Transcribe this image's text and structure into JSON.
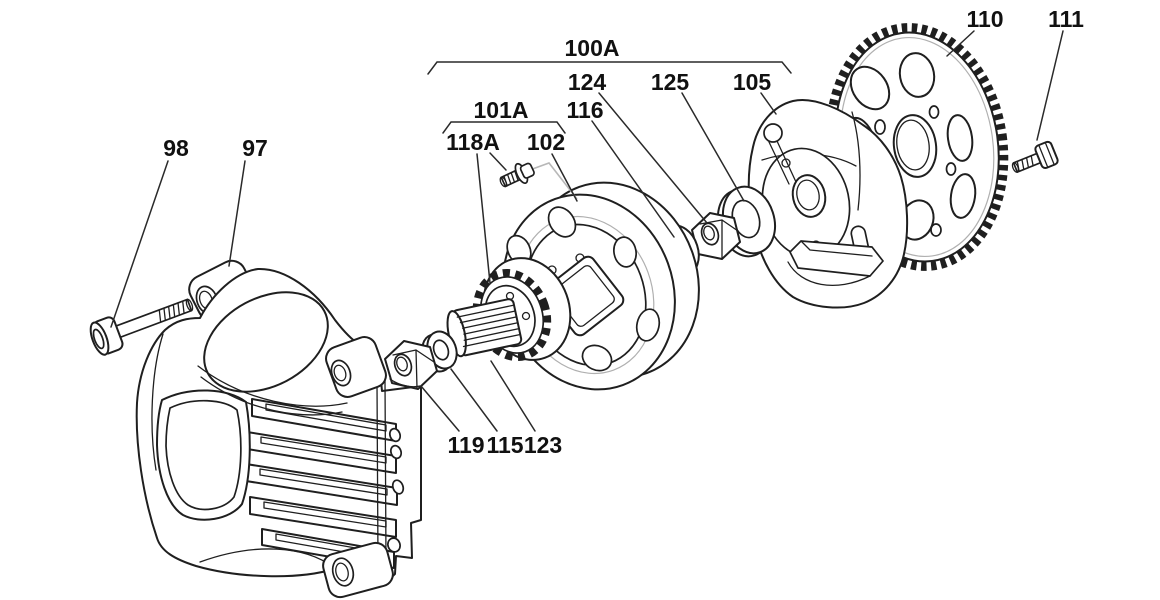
{
  "page": {
    "background": "#ffffff"
  },
  "diagram": {
    "kind": "exploded-parts-diagram",
    "line_color": "#1f1f1f",
    "guide_color": "#b8b8b8",
    "callouts": {
      "c98": "98",
      "c97": "97",
      "c100A": "100A",
      "c124": "124",
      "c125": "125",
      "c105": "105",
      "c101A": "101A",
      "c116": "116",
      "c118A": "118A",
      "c102": "102",
      "c110": "110",
      "c111": "111",
      "c119": "119",
      "c115": "115",
      "c123": "123"
    }
  }
}
